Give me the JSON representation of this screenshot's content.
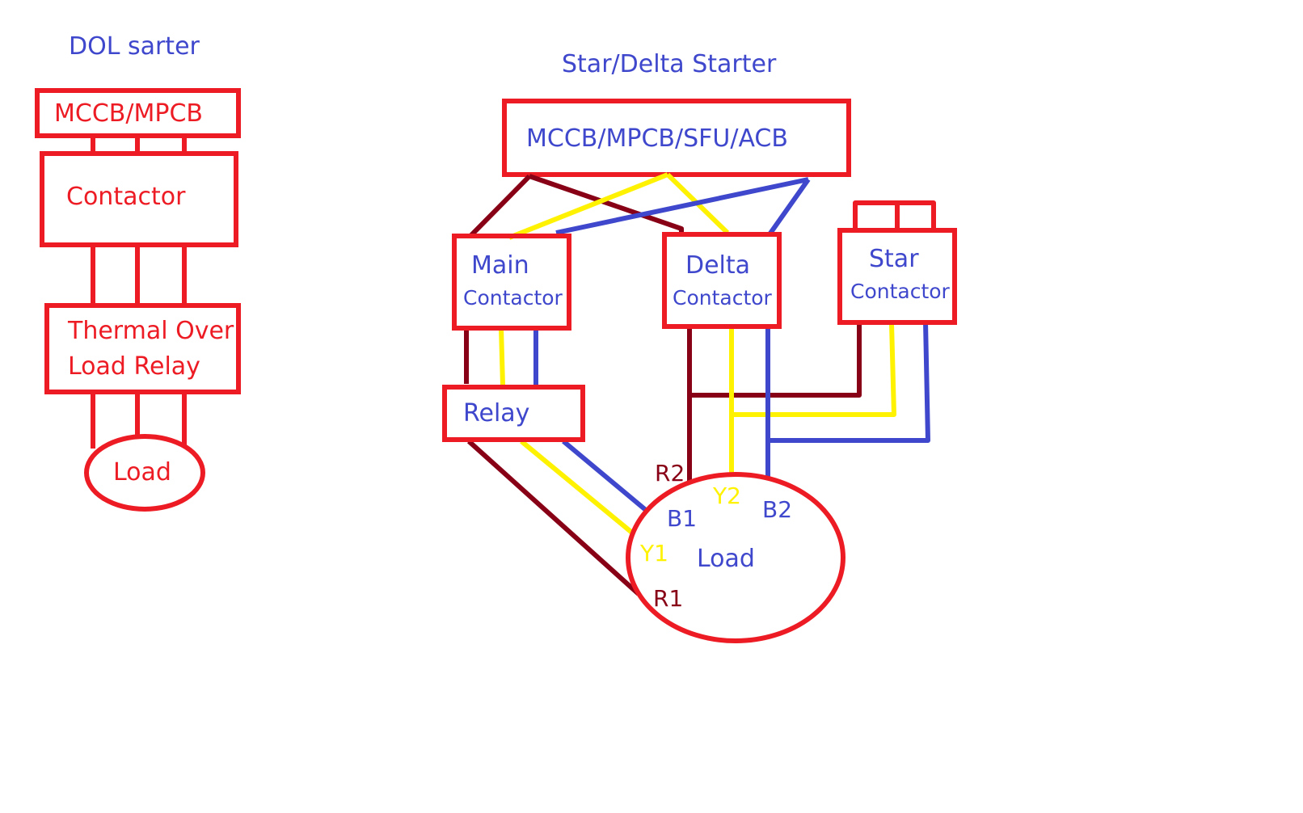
{
  "colors": {
    "red": "#ED1C24",
    "dark_red": "#880015",
    "yellow": "#FFF200",
    "blue": "#3F48CC"
  },
  "dol": {
    "title": "DOL sarter",
    "breaker": "MCCB/MPCB",
    "contactor": "Contactor",
    "relay_line1": "Thermal Over",
    "relay_line2": "Load Relay",
    "load": "Load"
  },
  "star_delta": {
    "title": "Star/Delta Starter",
    "breaker": "MCCB/MPCB/SFU/ACB",
    "main_line1": "Main",
    "main_line2": "Contactor",
    "delta_line1": "Delta",
    "delta_line2": "Contactor",
    "star_line1": "Star",
    "star_line2": "Contactor",
    "relay": "Relay",
    "load": "Load",
    "terminals": {
      "r1": "R1",
      "r2": "R2",
      "y1": "Y1",
      "y2": "Y2",
      "b1": "B1",
      "b2": "B2"
    }
  }
}
